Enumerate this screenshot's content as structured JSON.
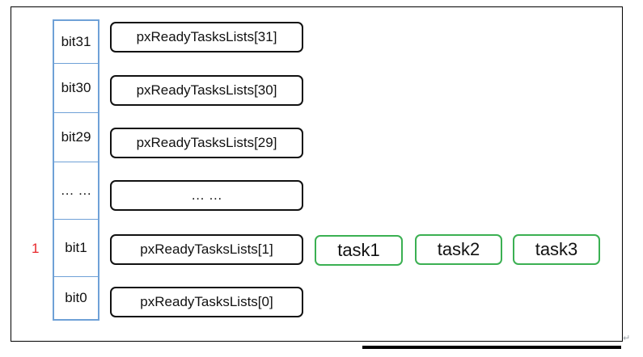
{
  "bit_flag": "1",
  "bits": [
    {
      "label": "bit31"
    },
    {
      "label": "bit30"
    },
    {
      "label": "bit29"
    },
    {
      "label": "… …"
    },
    {
      "label": "bit1"
    },
    {
      "label": "bit0"
    }
  ],
  "ready_lists": [
    {
      "label": "pxReadyTasksLists[31]"
    },
    {
      "label": "pxReadyTasksLists[30]"
    },
    {
      "label": "pxReadyTasksLists[29]"
    },
    {
      "label": "… …"
    },
    {
      "label": "pxReadyTasksLists[1]"
    },
    {
      "label": "pxReadyTasksLists[0]"
    }
  ],
  "tasks": [
    {
      "label": "task1"
    },
    {
      "label": "task2"
    },
    {
      "label": "task3"
    }
  ],
  "colors": {
    "bit_column_border": "#6fa1d7",
    "task_border": "#3bb052",
    "flag_text": "#e8262a",
    "list_border": "#111111"
  }
}
